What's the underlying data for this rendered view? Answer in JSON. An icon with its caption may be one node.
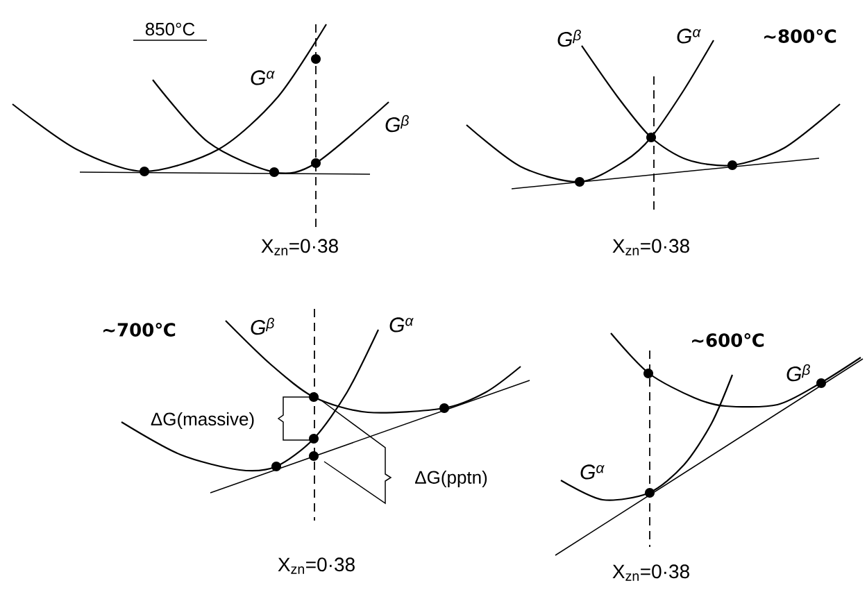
{
  "diagram": {
    "labels": [
      "850°C",
      "G$^{α}$",
      "G$^{β}$",
      "X$_{zn}$=0·38",
      "G$^{β}$",
      "G$^{α}$",
      "~800℃",
      "X$_{zn}$=0·38",
      "~700℃",
      "G$^{β}$",
      "G$^{α}$",
      "ΔG(massive)",
      "ΔG(pptn)",
      "X$_{zn}$=0·38",
      "~600℃",
      "G$^{β}$",
      "G$^{α}$",
      "X$_{zn}$=0·38"
    ]
  }
}
